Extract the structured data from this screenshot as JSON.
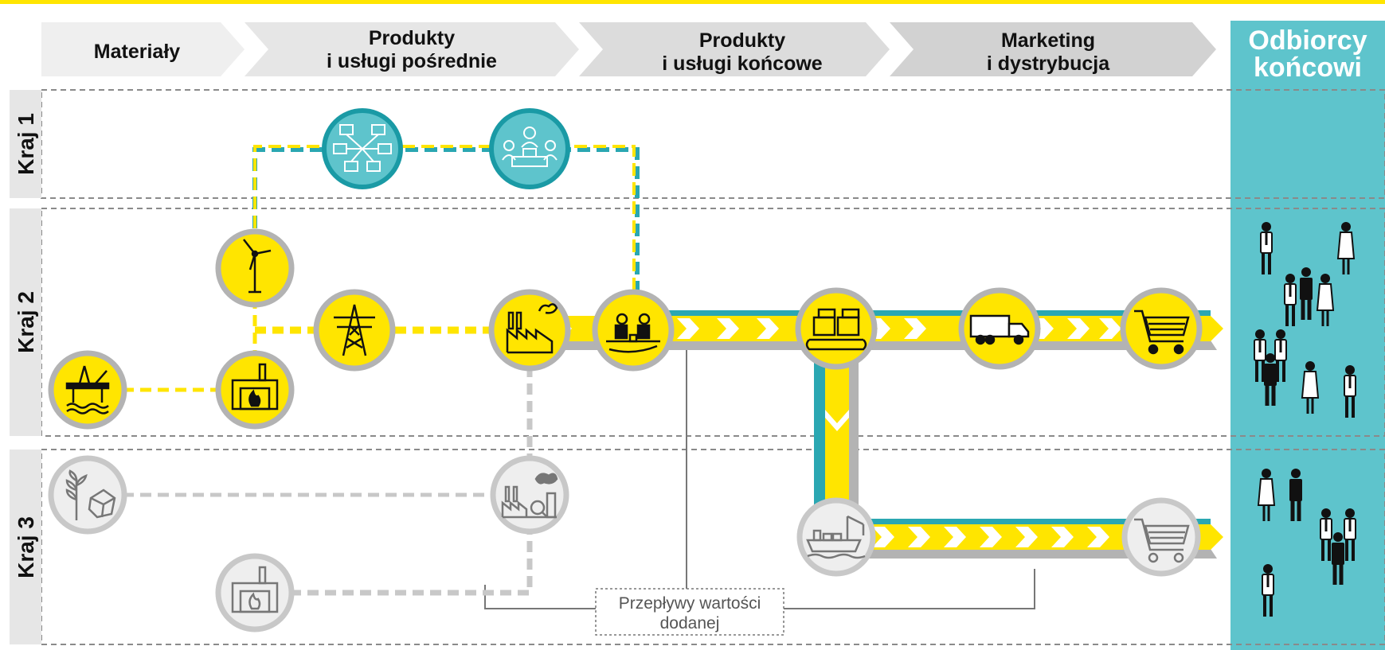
{
  "colors": {
    "accent_yellow": "#ffe500",
    "teal": "#2aa7b2",
    "teal_light": "#5ec4cc",
    "grey": "#c8c8c8",
    "grey_dark": "#b3b3b3",
    "arrow_bg": "#ebebeb"
  },
  "stages": [
    {
      "line1": "Materiały",
      "line2": ""
    },
    {
      "line1": "Produkty",
      "line2": "i usługi pośrednie"
    },
    {
      "line1": "Produkty",
      "line2": "i usługi końcowe"
    },
    {
      "line1": "Marketing",
      "line2": "i dystrybucja"
    }
  ],
  "consumers": {
    "line1": "Odbiorcy",
    "line2": "końcowi"
  },
  "countries": [
    "Kraj 1",
    "Kraj 2",
    "Kraj 3"
  ],
  "note": {
    "line1": "Przepływy wartości",
    "line2": "dodanej"
  },
  "icons": {
    "kraj1": [
      "computer-network-icon",
      "business-meeting-icon"
    ],
    "kraj2": [
      "oil-rig-icon",
      "furnace-icon",
      "wind-turbine-icon",
      "power-pylon-icon",
      "factory-icon",
      "assembly-workers-icon",
      "boxes-conveyor-icon",
      "truck-icon",
      "shopping-cart-icon"
    ],
    "kraj3": [
      "crops-minerals-icon",
      "industrial-plant-icon",
      "furnace-icon",
      "cargo-ship-icon",
      "shopping-cart-icon"
    ],
    "consumers": [
      "people-group-icon"
    ]
  }
}
